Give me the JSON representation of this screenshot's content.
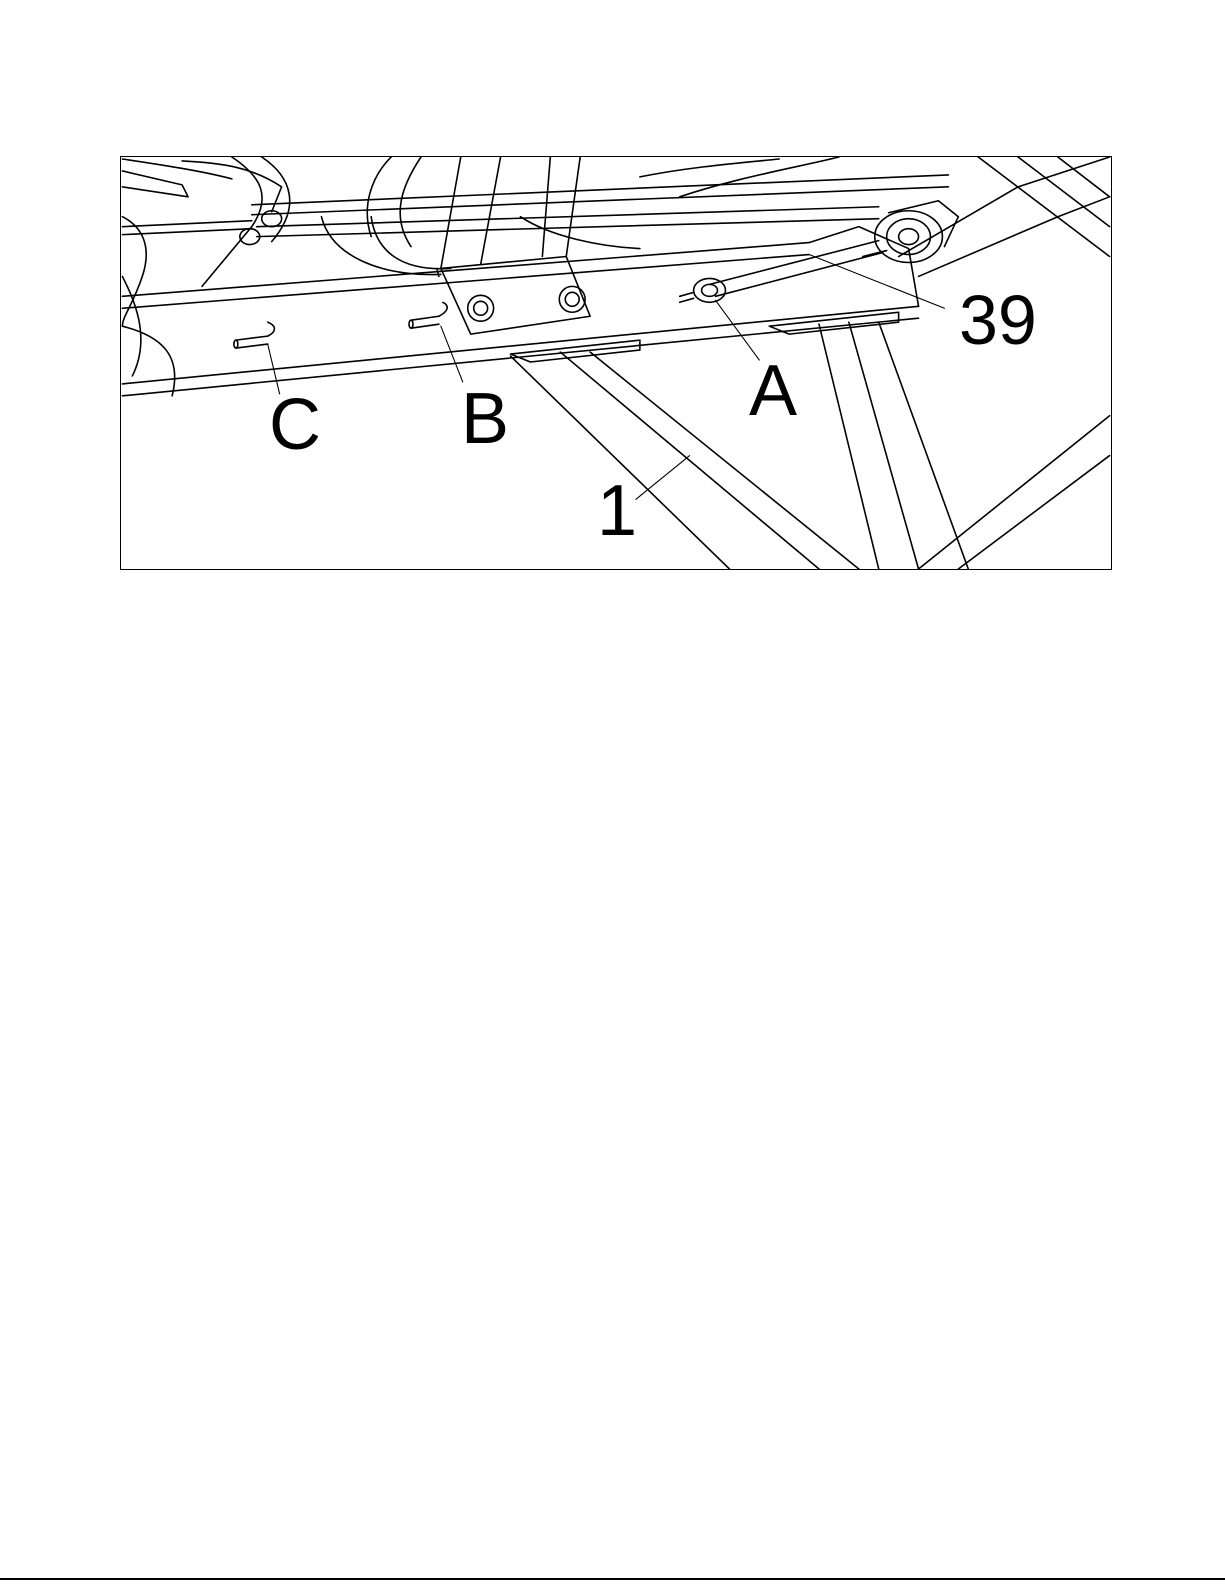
{
  "figure": {
    "callouts": {
      "part_39": "39",
      "point_a": "A",
      "point_b": "B",
      "point_c": "C",
      "part_1": "1"
    },
    "colors": {
      "line": "#000000",
      "background": "#ffffff"
    }
  }
}
